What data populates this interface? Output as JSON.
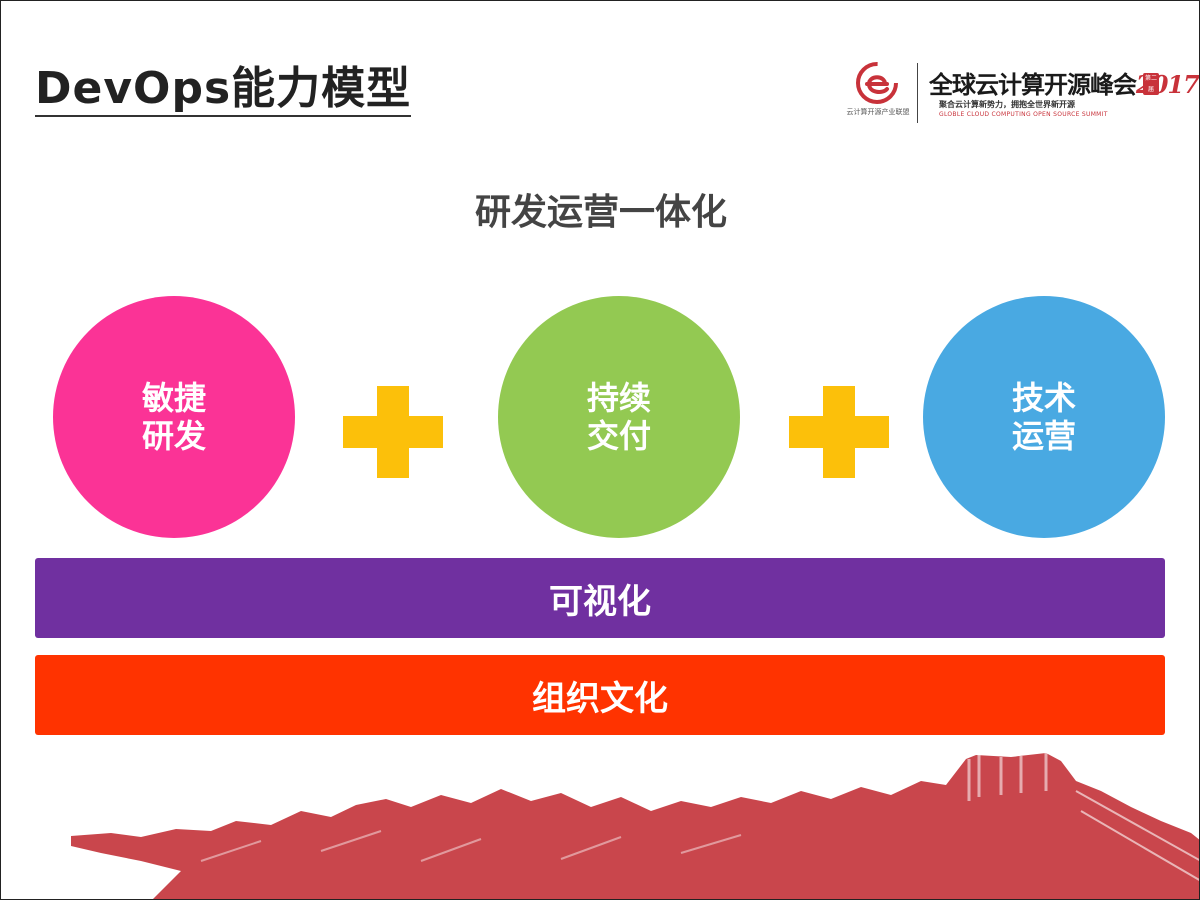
{
  "title": "DevOps能力模型",
  "logo": {
    "alliance_text": "云计算开源产业联盟",
    "summit_title": "全球云计算开源峰会",
    "summit_year": "2017",
    "summit_badge": "第二届",
    "summit_subtitle": "聚合云计算新势力，拥抱全世界新开源",
    "summit_english": "GLOBLE CLOUD COMPUTING OPEN SOURCE SUMMIT"
  },
  "heading": "研发运营一体化",
  "circles": [
    {
      "line1": "敏捷",
      "line2": "研发",
      "color": "#fb3396"
    },
    {
      "line1": "持续",
      "line2": "交付",
      "color": "#93c952"
    },
    {
      "line1": "技术",
      "line2": "运营",
      "color": "#49a9e2"
    }
  ],
  "plus_color": "#fcc00a",
  "bars": [
    {
      "label": "可视化",
      "color": "#7030a0"
    },
    {
      "label": "组织文化",
      "color": "#ff3300"
    }
  ],
  "decor_color": "#c9464c"
}
